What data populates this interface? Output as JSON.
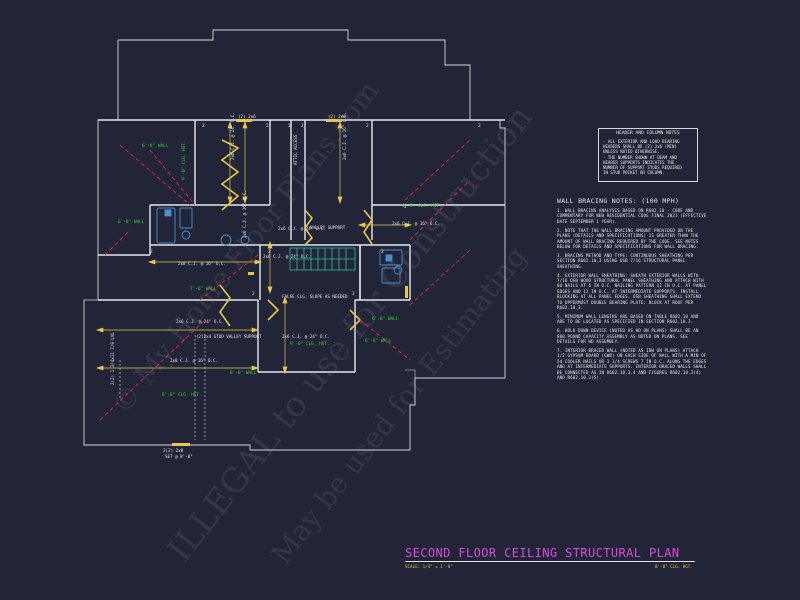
{
  "header_notes": {
    "title": "HEADER AND COLUMN NOTES",
    "lines": [
      "- ALL EXTERIOR AND LOAD BEARING",
      "  HEADERS SHALL BE (2) 2x6 (MIN)",
      "  UNLESS NOTED OTHERWISE.",
      "- THE NUMBER SHOWN AT BEAM AND",
      "  HEADER SUPPORTS INDICATES THE",
      "  NUMBER OF SUPPORT STUDS REQUIRED",
      "  IN STUD POCKET OR COLUMN."
    ]
  },
  "wall_bracing": {
    "title": "WALL BRACING NOTES: (100 MPH)",
    "notes": [
      "1. WALL BRACING ANALYSIS BASED ON R602.10 - CODE AND COMMENTARY FOR NEW RESIDENTIAL CODE FINAL 2021 (EFFECTIVE DATE SEPTEMBER 1 YEAR).",
      "2. NOTE THAT THE WALL BRACING AMOUNT PROVIDED ON THE PLANS (DETAILS AND SPECIFICATIONS) IS GREATER THAN THE AMOUNT OF WALL BRACING REQUIRED BY THE CODE. SEE NOTES BELOW FOR DETAILS AND SPECIFICATIONS FOR WALL BRACING.",
      "3. BRACING METHOD AND TYPE: CONTINUOUS SHEATHING PER SECTION R602.10.3 USING OSB 7/16 STRUCTURAL PANEL SHEATHING.",
      "4. EXTERIOR WALL SHEATHING: SHEATH EXTERIOR WALLS WITH 7/16 OSB WOOD STRUCTURAL PANEL SHEATHING AND ATTACH WITH 8d NAILS AT 6 IN O.C. NAILING PATTERN 12 IN O.C. AT PANEL EDGES AND 12 IN O.C. AT INTERMEDIATE SUPPORTS. INSTALL BLOCKING AT ALL PANEL EDGES. OSB SHEATHING SHALL EXTEND TO UPPERMOST DOUBLE BEARING PLATE; BLOCK AT ROOF PER R602.10.3.",
      "5. MINIMUM WALL LENGTHS ARE BASED ON TABLE R602.10 AND ARE TO BE LOCATED AS SPECIFIED IN SECTION R602.10.3.",
      "6. HOLD DOWN DEVICE (NOTED AS HD ON PLANS) SHALL BE AN 800 POUND CAPACITY ASSEMBLY AS NOTED ON PLANS. SEE DETAILS FOR HD ASSEMBLY.",
      "7. INTERIOR BRACED WALL (NOTED AS IBW ON PLANS) ATTACH 1/2 GYPSUM BOARD (GWB) ON EACH SIDE OF WALL WITH A MIN OF 5d COOLER NAILS OR 1 1/4 SCREWS 7 IN O.C. ALONG THE EDGES AND AT INTERMEDIATE SUPPORTS. INTERIOR BRACED WALLS SHALL BE CONNECTED AS IN R602.10.3.4 AND FIGURES R602.10.3(4) AND R602.10.3(5)."
    ]
  },
  "title": {
    "main": "SECOND FLOOR CEILING STRUCTURAL PLAN",
    "scale_label": "SCALE: 1/4\" = 1'-0\"",
    "scale_right": "8'-0\" CLG. HGT."
  },
  "watermark": {
    "line1": "© My Home Floor Plans.com",
    "line2": "ILLEGAL to use for Construction",
    "line3": "May be used for Estimating"
  },
  "labels": {
    "joist_2x6_24": "2x6 C.J. @ 24\" O.C.",
    "joist_2x6_16": "2x6 C.J. @ 16\" O.C.",
    "joist_2x8_16": "2x8 C.J. @ 16\" O.C.",
    "girder": "(2) 2x6",
    "valley": "VALLEY SUPPORT",
    "false_slope": "FALSE CLG. SLOPE AS NEEDED",
    "stud_valley": "(2)2x4 STUD VALLEY SUPPORT",
    "hgt_9_0": "9'-0\" CLG. HGT.",
    "hgt_8_0": "8'-0\" CLG. HGT.",
    "wall_6_8": "6'-8\" WALL",
    "wall_7_6": "7'-6\" WALL",
    "wall_8_0": "8'-0\" WALL",
    "attic_access": "ATTIC ACCESS",
    "lvl_note": "2(2) 1 3/4x11 7/8 LVL",
    "bottom_beam_1": "2(2) 2x8",
    "bottom_beam_2": "SET @ 8'-0\""
  },
  "colors": {
    "background": "#222437",
    "walls": "#e8e8e8",
    "joists": "#e6c84a",
    "wall_tags": "#37d437",
    "hips": "#e03030",
    "title": "#d84bd8"
  }
}
